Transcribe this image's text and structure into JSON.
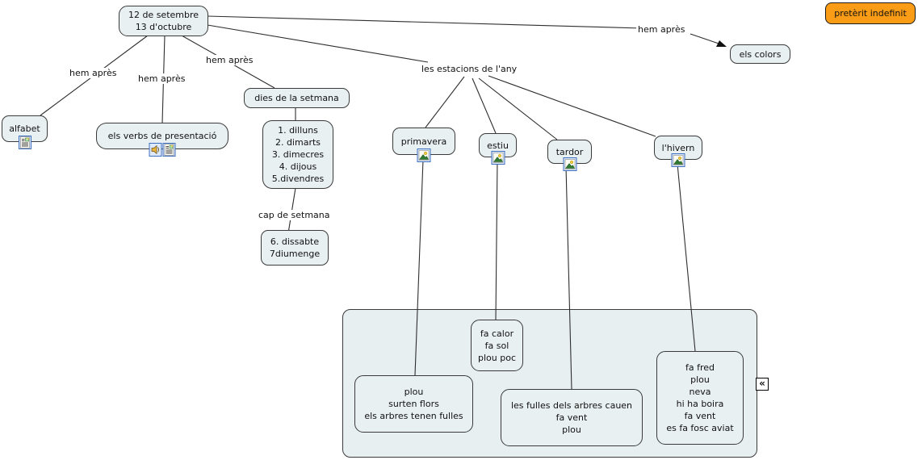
{
  "nodes": {
    "dates": "12 de setembre\n13 d'octubre",
    "preterit": "pretèrit indefinit",
    "alfabet": "alfabet",
    "verbs": "els verbs de presentació",
    "dies_setmana": "dies de la setmana",
    "weekdays": "1. dilluns\n2. dimarts\n3. dimecres\n4. dijous\n5.divendres",
    "weekend": "6. dissabte\n7diumenge",
    "colors_node": "els colors",
    "primavera": "primavera",
    "estiu": "estiu",
    "tardor": "tardor",
    "hivern": "l'hivern",
    "primavera_desc": "plou\nsurten flors\nels arbres tenen fulles",
    "estiu_desc": "fa calor\nfa sol\nplou poc",
    "tardor_desc": "les fulles dels arbres cauen\nfa vent\nplou",
    "hivern_desc": "fa fred\nplou\nneva\nhi ha boira\nfa vent\nes fa fosc aviat"
  },
  "links": {
    "hem_apres_alfabet": "hem après",
    "hem_apres_verbs": "hem après",
    "hem_apres_dies": "hem après",
    "hem_apres_colors": "hem après",
    "estacions": "les estacions de l'any",
    "cap_setmana": "cap de setmana"
  },
  "icons": {
    "document": "document-icon",
    "audio": "audio-icon",
    "image": "image-icon",
    "collapse_glyph": "«"
  },
  "palette": {
    "node_fill": "#e9f0f2",
    "node_border": "#3a3a3a",
    "container_fill": "#e8eff1",
    "highlight_fill": "#fa9c15",
    "highlight_border": "#1a1a1a",
    "line": "#2e2e2e",
    "background": "#ffffff"
  }
}
